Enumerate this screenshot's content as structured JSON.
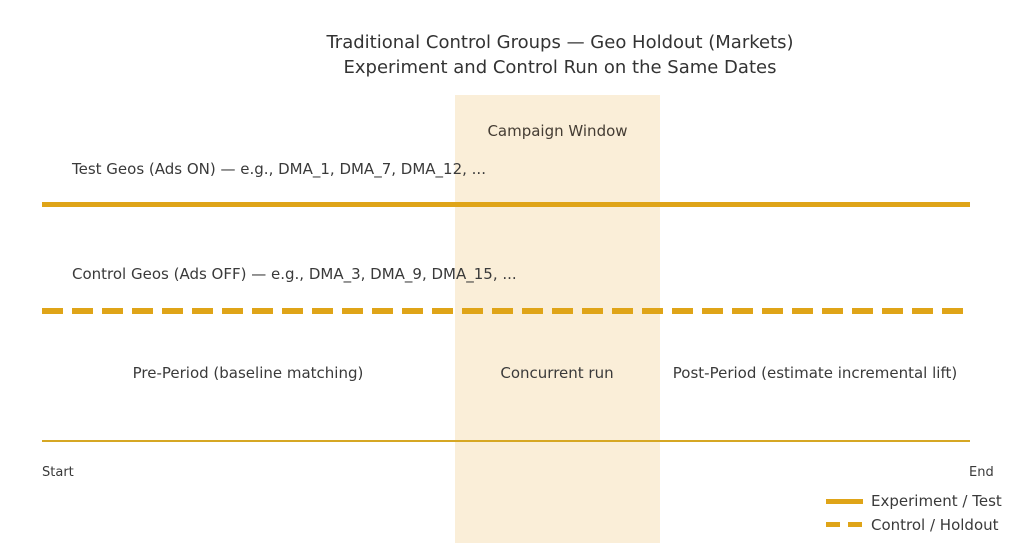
{
  "title": {
    "line1": "Traditional Control Groups — Geo Holdout (Markets)",
    "line2": "Experiment and Control Run on the Same Dates"
  },
  "campaign_window": {
    "label": "Campaign Window",
    "band_color": "#faeed8"
  },
  "series": {
    "experiment": {
      "label": "Test Geos (Ads ON) — e.g., DMA_1, DMA_7, DMA_12, ...",
      "line_style": "solid",
      "line_color": "#dfa418"
    },
    "control": {
      "label": "Control Geos (Ads OFF) — e.g., DMA_3, DMA_9, DMA_15, ...",
      "line_style": "dashed",
      "line_color": "#dfa418"
    }
  },
  "periods": [
    {
      "label": "Pre-Period (baseline matching)"
    },
    {
      "label": "Concurrent run"
    },
    {
      "label": "Post-Period (estimate incremental lift)"
    }
  ],
  "timeline": {
    "start_label": "Start",
    "end_label": "End",
    "axis_color": "#d6a724"
  },
  "legend": [
    {
      "label": "Experiment / Test",
      "style": "solid"
    },
    {
      "label": "Control / Holdout",
      "style": "dashed"
    }
  ]
}
